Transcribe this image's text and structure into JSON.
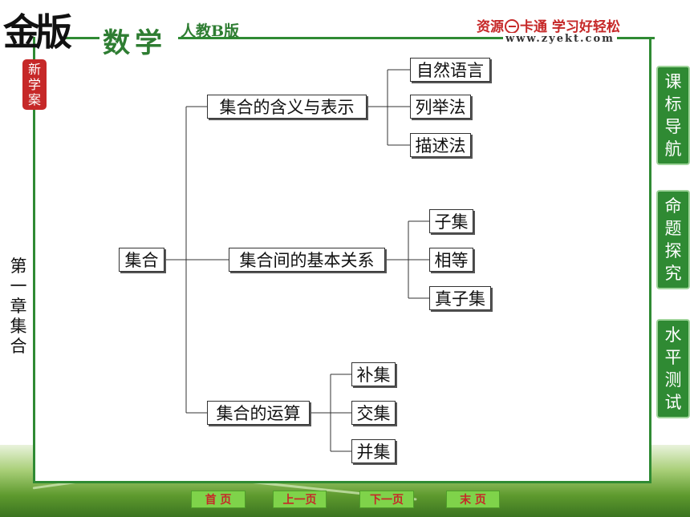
{
  "header": {
    "logo_text": "金版",
    "logo_stamp": "新学案",
    "subject": "数学",
    "edition": "人教B版",
    "brand_left": "资源",
    "brand_right": "卡通  学习好轻松",
    "website": "www.zyekt.com"
  },
  "sidebar_left": {
    "chapter_title": "第一章  集合"
  },
  "side_tabs": [
    {
      "label": "课标导航"
    },
    {
      "label": "命题探究"
    },
    {
      "label": "水平测试"
    }
  ],
  "diagram": {
    "root": "集合",
    "branches": [
      {
        "label": "集合的含义与表示",
        "children": [
          "自然语言",
          "列举法",
          "描述法"
        ]
      },
      {
        "label": "集合间的基本关系",
        "children": [
          "子集",
          "相等",
          "真子集"
        ]
      },
      {
        "label": "集合的运算",
        "children": [
          "补集",
          "交集",
          "并集"
        ]
      }
    ]
  },
  "nav": {
    "first": "首 页",
    "prev": "上一页",
    "next": "下一页",
    "last": "末 页"
  },
  "colors": {
    "frame_green": "#2f8a33",
    "title_green": "#2e7d32",
    "accent_red": "#c62828",
    "nav_green": "#7fd34a"
  },
  "icons": [
    "brand-e-icon"
  ]
}
